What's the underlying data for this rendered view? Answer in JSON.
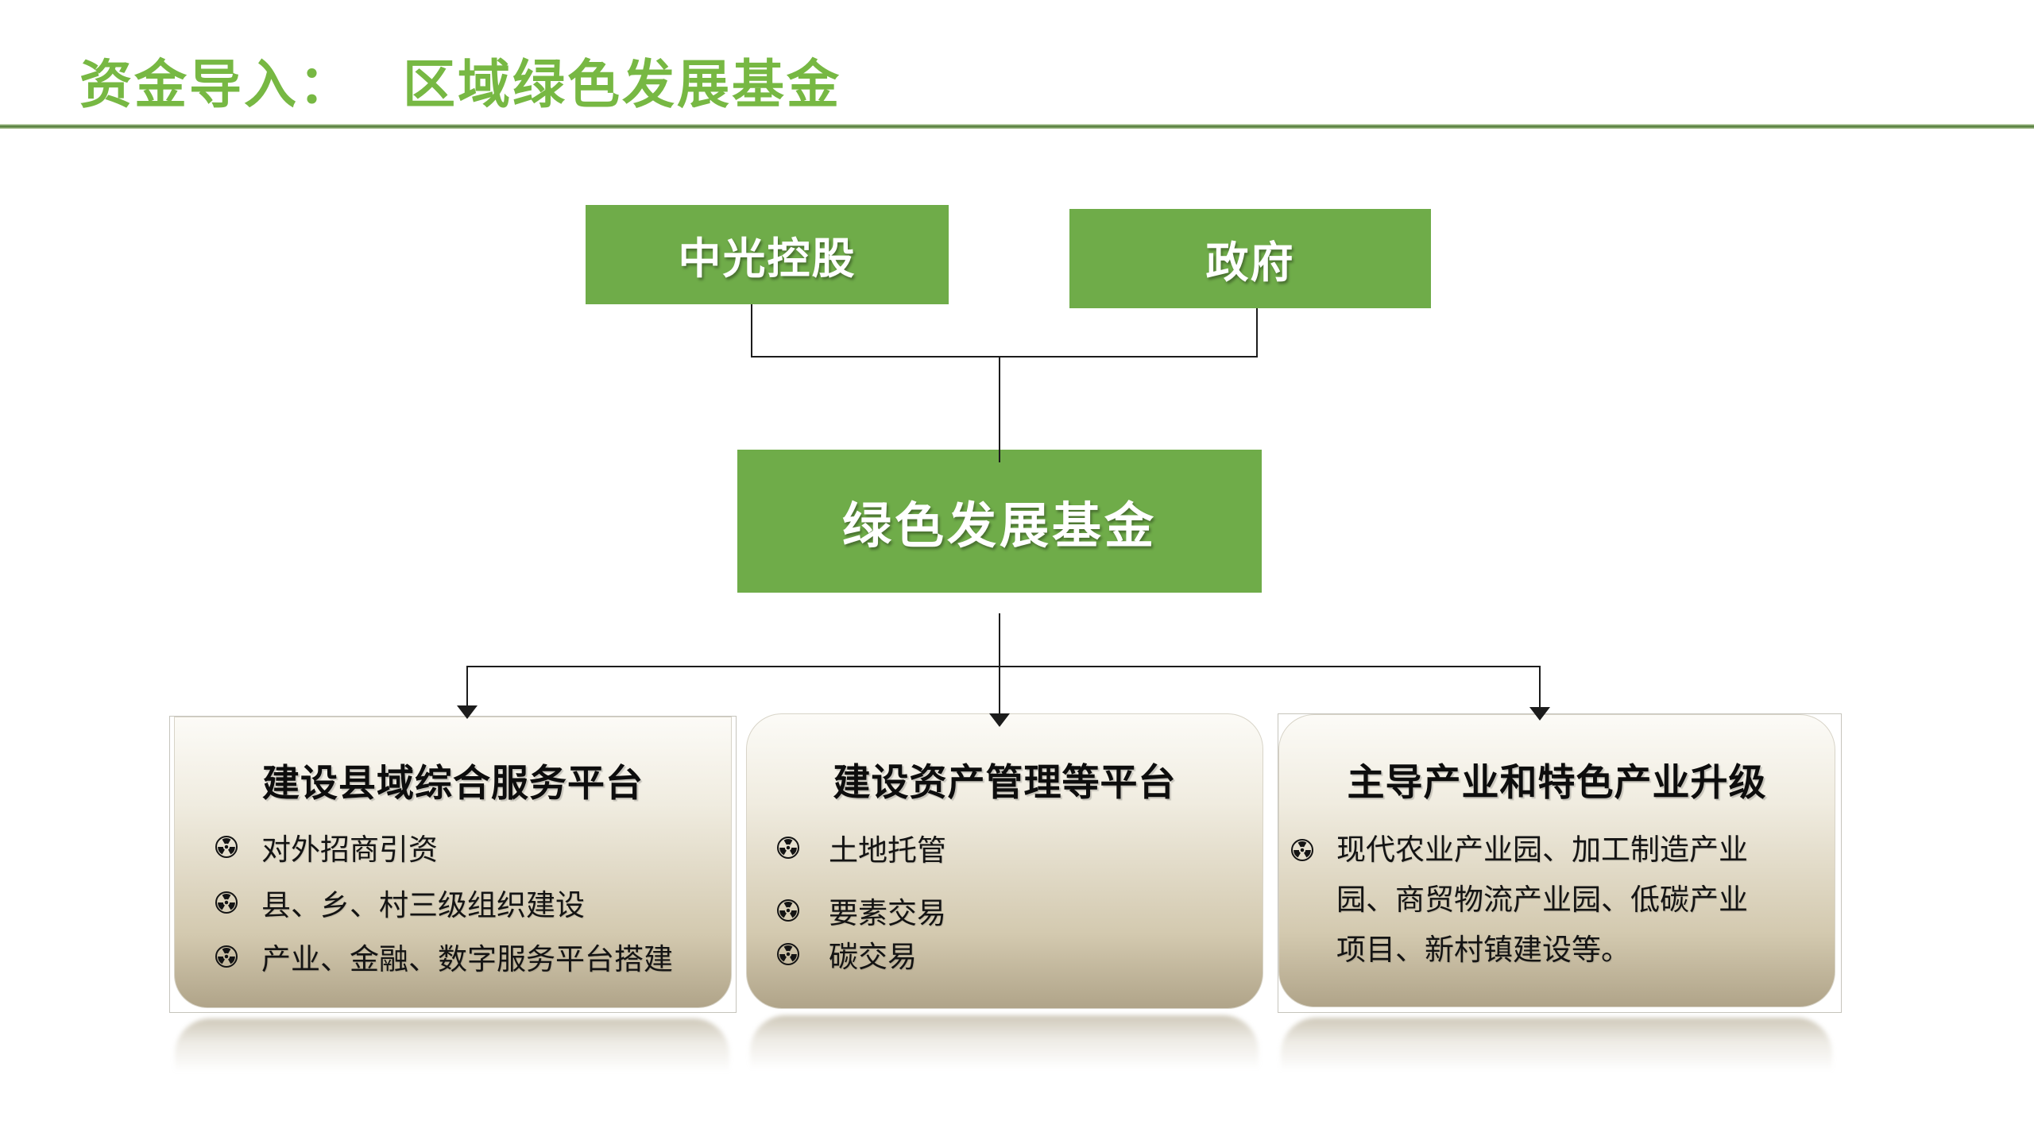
{
  "title": {
    "prefix": "资金导入：",
    "main": "区域绿色发展基金"
  },
  "org": {
    "top_boxes": [
      {
        "label": "中光控股"
      },
      {
        "label": "政府"
      }
    ],
    "fund": {
      "label": "绿色发展基金"
    }
  },
  "cards": [
    {
      "title": "建设县域综合服务平台",
      "items": [
        "对外招商引资",
        "县、乡、村三级组织建设",
        "产业、金融、数字服务平台搭建"
      ]
    },
    {
      "title": "建设资产管理等平台",
      "items": [
        "土地托管",
        "要素交易",
        "碳交易"
      ]
    },
    {
      "title": "主导产业和特色产业升级",
      "items": [
        "现代农业产业园、加工制造产业园、商贸物流产业园、低碳产业项目、新村镇建设等。"
      ]
    }
  ],
  "colors": {
    "green": "#6fac49",
    "title_green": "#77b843",
    "connector": "#1c1c1c",
    "card_tan": "#b0a489"
  }
}
